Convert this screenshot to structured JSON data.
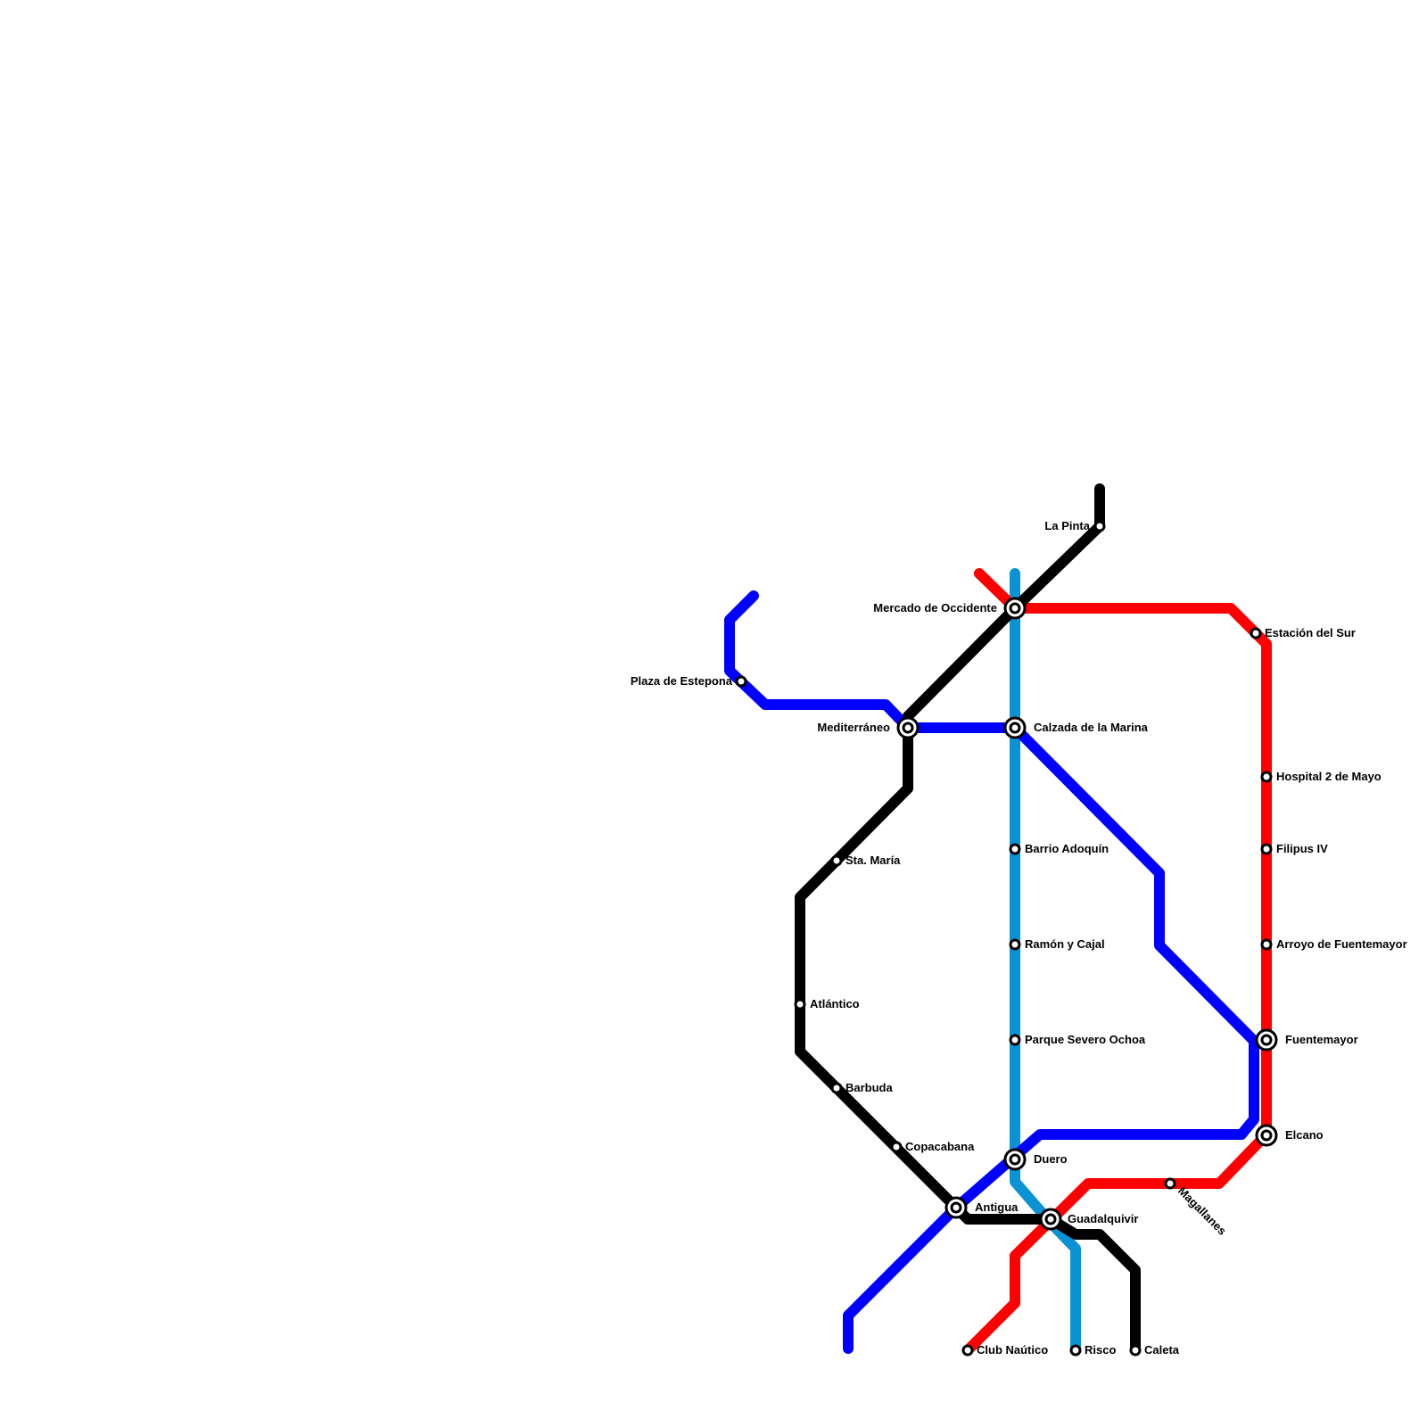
{
  "colors": {
    "black_line": "#000000",
    "blue_line": "#0000ff",
    "red_line": "#ff0000",
    "lightblue_line": "#0a92d4",
    "station_fill": "#ffffff",
    "station_stroke": "#000000"
  },
  "stations": {
    "la_pinta": "La Pinta",
    "mercado_de_occidente": "Mercado de Occidente",
    "estacion_del_sur": "Estación del Sur",
    "plaza_de_estepona": "Plaza de Estepona",
    "mediterraneo": "Mediterráneo",
    "calzada_de_la_marina": "Calzada de la Marina",
    "hospital_2_de_mayo": "Hospital 2 de Mayo",
    "filipus_iv": "Filipus IV",
    "sta_maria": "Sta. María",
    "barrio_adoquin": "Barrio Adoquín",
    "ramon_y_cajal": "Ramón y Cajal",
    "arroyo_de_fuentemayor": "Arroyo de Fuentemayor",
    "atlantico": "Atlántico",
    "parque_severo_ochoa": "Parque Severo Ochoa",
    "fuentemayor": "Fuentemayor",
    "barbuda": "Barbuda",
    "elcano": "Elcano",
    "copacabana": "Copacabana",
    "duero": "Duero",
    "magallanes": "Magallanes",
    "antigua": "Antigua",
    "guadalquivir": "Guadalquivir",
    "club_nautico": "Club Naútico",
    "risco": "Risco",
    "caleta": "Caleta"
  }
}
